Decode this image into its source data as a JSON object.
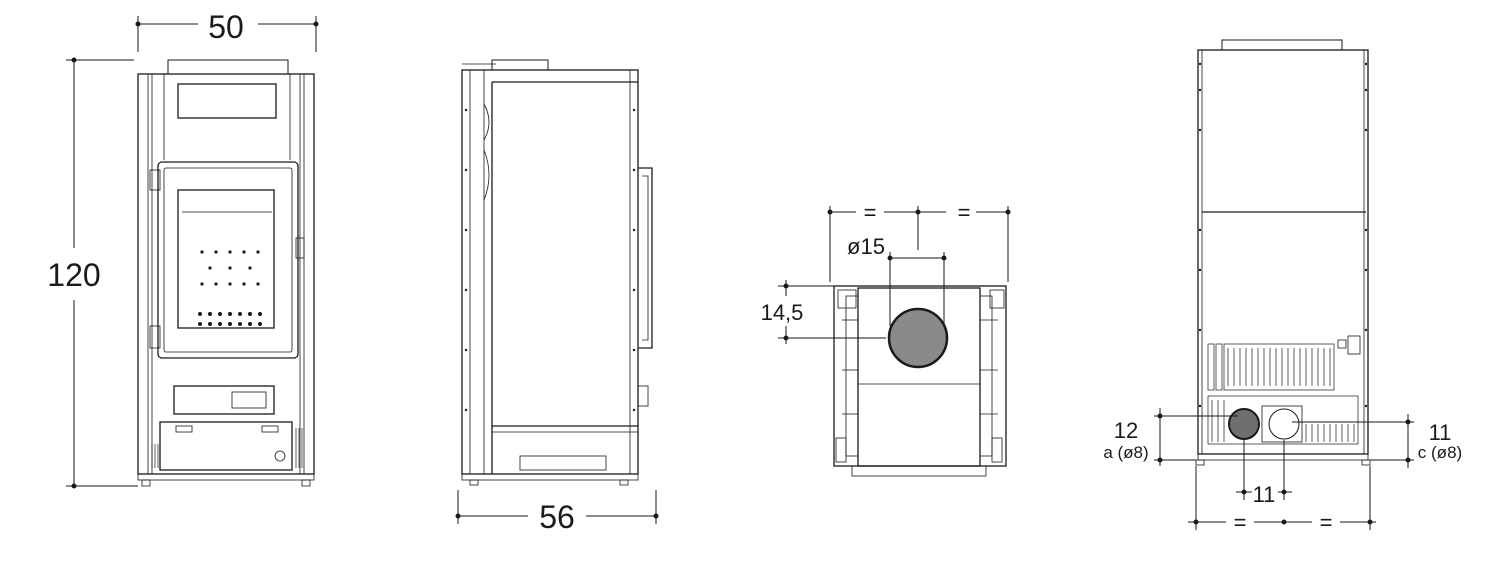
{
  "front_view": {
    "width_label": "50",
    "height_label": "120"
  },
  "side_view": {
    "depth_label": "56"
  },
  "top_view": {
    "equal_left": "=",
    "equal_right": "=",
    "flue_diameter": "ø15",
    "flue_offset": "14,5"
  },
  "rear_view": {
    "left_height": "12",
    "left_inlet": "a (ø8)",
    "right_height": "11",
    "right_inlet": "c (ø8)",
    "spacing": "11",
    "equal_left": "=",
    "equal_right": "="
  }
}
